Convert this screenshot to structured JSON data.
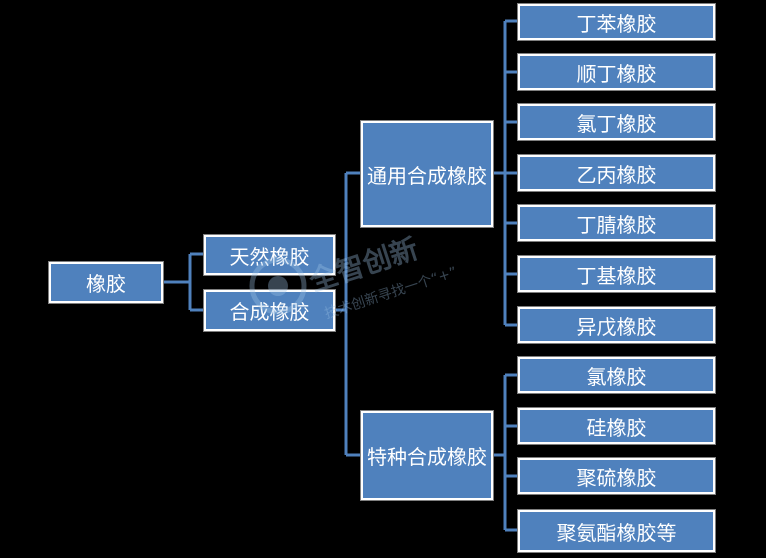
{
  "diagram": {
    "root": "橡胶",
    "level1": [
      "天然橡胶",
      "合成橡胶"
    ],
    "level2": [
      "通用合成橡胶",
      "特种合成橡胶"
    ],
    "general_items": [
      "丁苯橡胶",
      "顺丁橡胶",
      "氯丁橡胶",
      "乙丙橡胶",
      "丁腈橡胶",
      "丁基橡胶",
      "异戊橡胶"
    ],
    "special_items": [
      "氯橡胶",
      "硅橡胶",
      "聚硫橡胶",
      "聚氨酯橡胶等"
    ]
  },
  "watermark": {
    "title": "全智创新",
    "slogan": "技术创新寻找一个“+”"
  },
  "colors": {
    "box_fill": "#4F81BD",
    "connector": "#4F81BD",
    "background": "#000000"
  }
}
